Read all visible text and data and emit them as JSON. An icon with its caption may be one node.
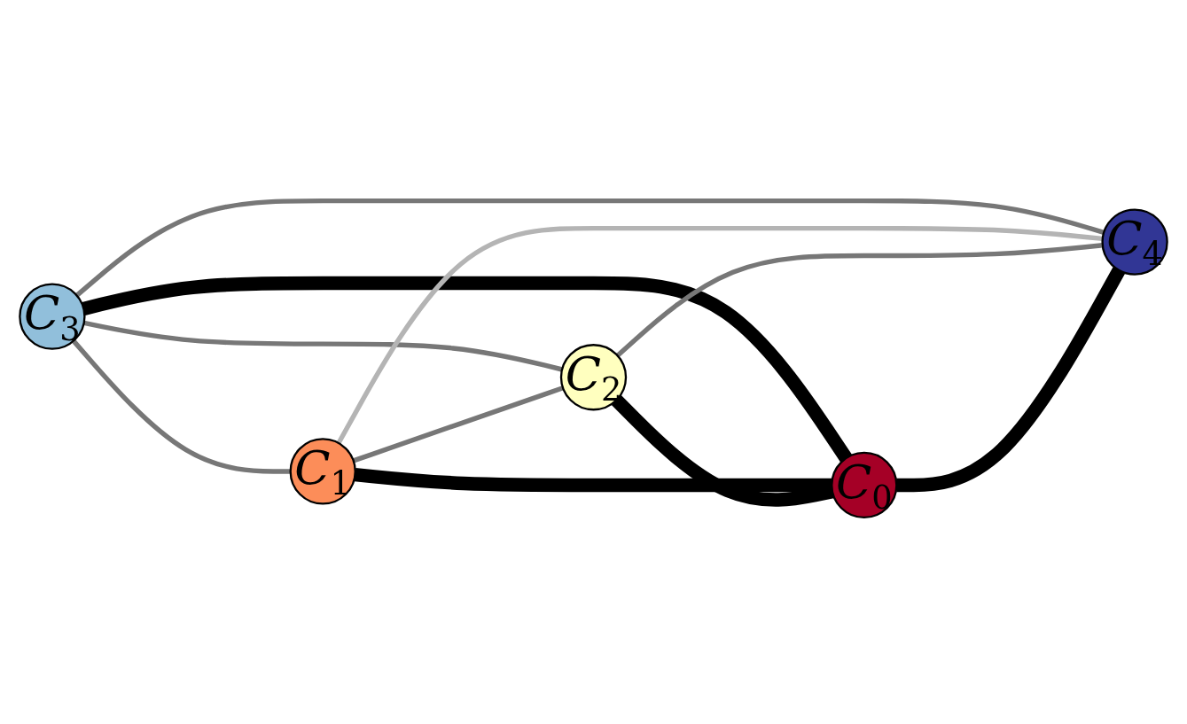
{
  "diagram": {
    "nodes": [
      {
        "text": [
          "C$_{3}$"
        ]
      },
      {
        "text": [
          "C$_{1}$"
        ]
      },
      {
        "text": [
          "C$_{2}$"
        ]
      },
      {
        "text": [
          "C$_{0}$"
        ]
      },
      {
        "text": [
          "C$_{4}$"
        ]
      }
    ],
    "edges": [
      {
        "from": 0,
        "to": 1,
        "arrow": "none"
      },
      {
        "from": 0,
        "to": 2,
        "arrow": "none"
      },
      {
        "from": 0,
        "to": 3,
        "arrow": "none",
        "style": "thick",
        "color": "#000000"
      },
      {
        "from": 0,
        "to": 4,
        "arrow": "none"
      },
      {
        "from": 1,
        "to": 2,
        "arrow": "none"
      },
      {
        "from": 1,
        "to": 3,
        "arrow": "none",
        "style": "thick",
        "color": "#000000"
      },
      {
        "from": 1,
        "to": 4,
        "arrow": "none",
        "color": "#b4b4b4"
      },
      {
        "from": 2,
        "to": 3,
        "arrow": "none",
        "style": "thick",
        "color": "#000000"
      },
      {
        "from": 2,
        "to": 4,
        "arrow": "none"
      },
      {
        "from": 3,
        "to": 4,
        "arrow": "none",
        "style": "thick",
        "color": "#000000"
      }
    ]
  }
}
